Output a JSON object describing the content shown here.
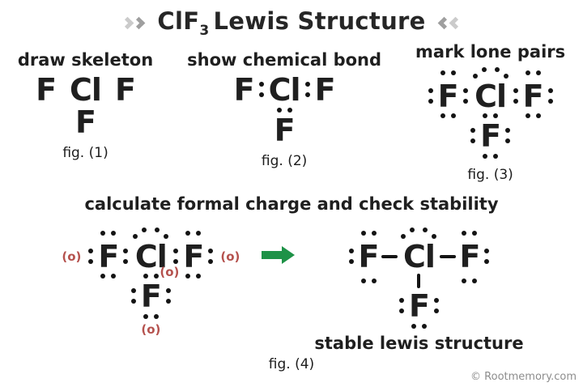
{
  "title": {
    "formula": "ClF",
    "subscript": "3",
    "rest": "Lewis Structure"
  },
  "steps": [
    {
      "title": "draw skeleton",
      "caption": "fig. (1)"
    },
    {
      "title": "show chemical bond",
      "caption": "fig. (2)"
    },
    {
      "title": "mark lone pairs",
      "caption": "fig. (3)"
    }
  ],
  "bottom": {
    "heading": "calculate formal charge and check stability",
    "stable_label": "stable lewis structure",
    "caption": "fig. (4)",
    "charge_label": "(o)"
  },
  "copyright": "© Rootmemory.com",
  "colors": {
    "charge": "#b5524e",
    "arrow": "#1e9247",
    "chev-light": "#cbcbcb",
    "chev-dark": "#9f9f9f",
    "text": "#1f1f1f",
    "muted": "#8d8d8d",
    "dot": "#141414"
  },
  "structures": {
    "fig1": {
      "grid": [
        [
          "F",
          "sp",
          "Cl",
          "sp",
          "F"
        ]
      ],
      "axial": [
        [
          "F"
        ]
      ]
    },
    "fig2": {
      "grid": [
        [
          "F",
          ":",
          "Cl",
          ":",
          "F"
        ]
      ],
      "axial": [
        [
          "*"
        ],
        [
          "F"
        ]
      ]
    },
    "fig3": {
      "grid": [
        [
          "",
          "*",
          "",
          "arc",
          "",
          "*",
          ""
        ],
        [
          ":",
          "F",
          ":",
          "Cl",
          ":",
          "F",
          ":"
        ],
        [
          "",
          "*",
          "",
          "*",
          "",
          "*",
          ""
        ]
      ],
      "axial": [
        [
          ":",
          "F",
          ":"
        ],
        [
          "*"
        ]
      ]
    },
    "fig4_left": {
      "grid": [
        [
          "",
          "",
          "*",
          "",
          "arc",
          "",
          "*",
          "",
          ""
        ],
        [
          "o",
          ":",
          "F",
          ":",
          "Cl",
          ":",
          "F",
          ":",
          "o"
        ],
        [
          "",
          "",
          "*",
          "",
          "*o",
          "",
          "*",
          "",
          ""
        ]
      ],
      "axial": [
        [
          ":",
          "F",
          ":"
        ],
        [
          "*"
        ],
        [
          "o"
        ]
      ]
    },
    "fig4_right": {
      "grid": [
        [
          "",
          "*",
          "",
          "arc",
          "",
          "*",
          ""
        ],
        [
          ":",
          "F",
          "-",
          "Cl",
          "-",
          "F",
          ":"
        ],
        [
          "",
          "*",
          "",
          "|",
          "",
          "*",
          ""
        ]
      ],
      "axial": [
        [
          ":",
          "F",
          ":"
        ],
        [
          "*"
        ]
      ]
    }
  }
}
